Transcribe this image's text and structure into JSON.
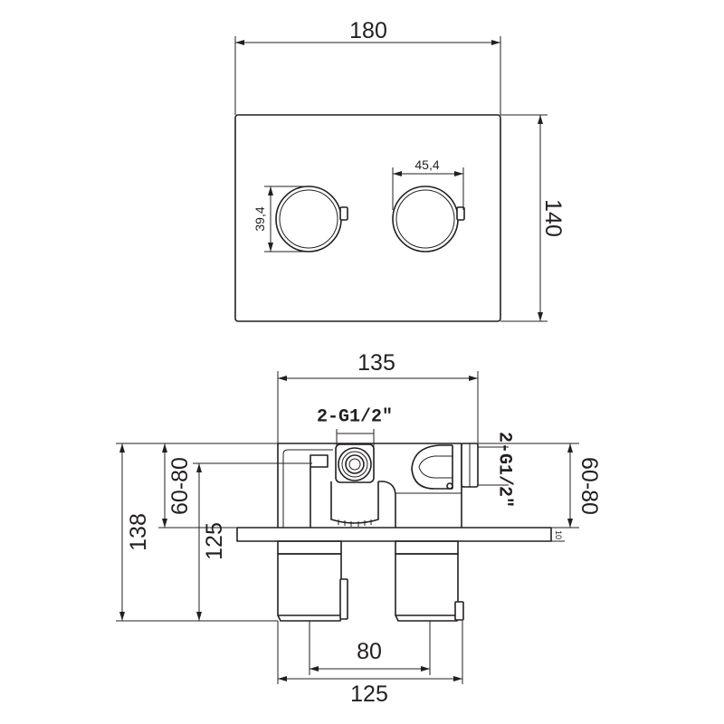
{
  "front_view": {
    "plate_width_label": "180",
    "plate_height_label": "140",
    "knob_diameter_label": "39,4",
    "knob_width_label": "45,4"
  },
  "side_view": {
    "body_width_label": "135",
    "top_port_label": "2-G1/2″",
    "side_port_label": "2-G1/2″",
    "total_depth_label": "138",
    "left_wall_depth_label": "60-80",
    "right_wall_depth_label": "60-80",
    "knob_depth_label": "125",
    "plate_thickness_label": "10",
    "knob_spacing_label": "80",
    "knob_span_label": "125"
  },
  "colors": {
    "line": "#231f20",
    "background": "#ffffff"
  }
}
